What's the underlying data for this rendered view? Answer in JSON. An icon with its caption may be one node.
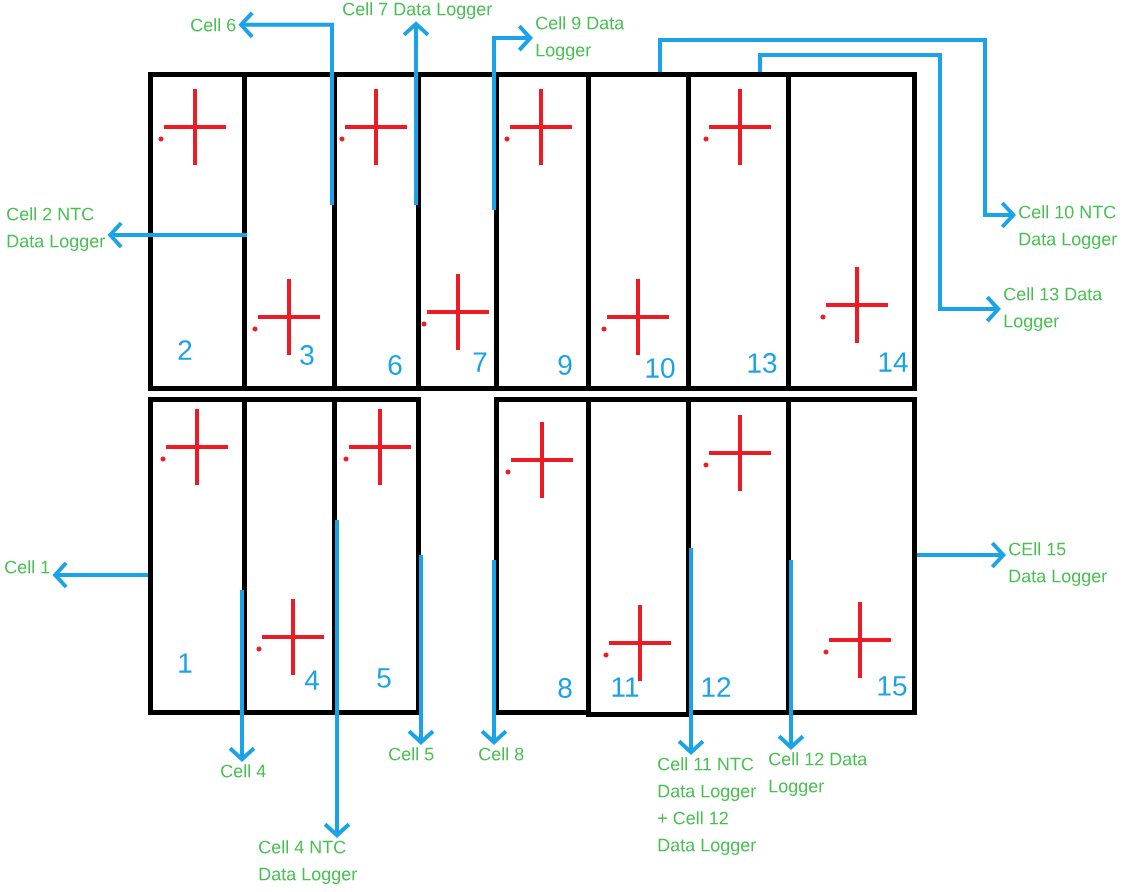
{
  "diagram": {
    "nodes": [
      {
        "text": [
          "2"
        ]
      },
      {
        "text": [
          "3"
        ]
      },
      {
        "text": [
          "6"
        ]
      },
      {
        "text": [
          "7"
        ]
      },
      {
        "text": [
          "9"
        ]
      },
      {
        "text": [
          "10"
        ]
      },
      {
        "text": [
          "13"
        ]
      },
      {
        "text": [
          "14"
        ]
      },
      {
        "text": [
          "1"
        ]
      },
      {
        "text": [
          "4"
        ]
      },
      {
        "text": [
          "5"
        ]
      },
      {
        "text": [
          "8"
        ]
      },
      {
        "text": [
          "11"
        ]
      },
      {
        "text": [
          "12"
        ]
      },
      {
        "text": [
          "15"
        ]
      },
      {
        "text": [
          "Cell 6"
        ]
      },
      {
        "text": [
          "Cell 7 Data Logger"
        ]
      },
      {
        "text": [
          "Cell 9 Data Logger"
        ]
      },
      {
        "text": [
          "Cell 2 NTC Data Logger"
        ]
      },
      {
        "text": [
          "Cell 10 NTC Data Logger"
        ]
      },
      {
        "text": [
          "Cell 13 Data Logger"
        ]
      },
      {
        "text": [
          "Cell 1"
        ]
      },
      {
        "text": [
          "CEll 15 Data Logger"
        ]
      },
      {
        "text": [
          "Cell 4"
        ]
      },
      {
        "text": [
          "Cell 4 NTC Data Logger"
        ]
      },
      {
        "text": [
          "Cell 5"
        ]
      },
      {
        "text": [
          "Cell 8"
        ]
      },
      {
        "text": [
          "Cell 11 NTC Data Logger + Cell 12 Data Logger"
        ]
      },
      {
        "text": [
          "Cell 12 Data Logger"
        ]
      }
    ],
    "edges": [
      {
        "from": 2,
        "to": 15,
        "arrow": "to"
      },
      {
        "from": 3,
        "to": 16,
        "arrow": "to"
      },
      {
        "from": 4,
        "to": 17,
        "arrow": "to"
      },
      {
        "from": 0,
        "to": 18,
        "arrow": "to"
      },
      {
        "from": 5,
        "to": 19,
        "arrow": "to"
      },
      {
        "from": 6,
        "to": 20,
        "arrow": "to"
      },
      {
        "from": 8,
        "to": 21,
        "arrow": "to"
      },
      {
        "from": 14,
        "to": 22,
        "arrow": "to"
      },
      {
        "from": 9,
        "to": 23,
        "arrow": "to"
      },
      {
        "from": 9,
        "to": 24,
        "arrow": "to"
      },
      {
        "from": 10,
        "to": 25,
        "arrow": "to"
      },
      {
        "from": 11,
        "to": 26,
        "arrow": "to"
      },
      {
        "from": 12,
        "to": 27,
        "arrow": "to"
      },
      {
        "from": 13,
        "to": 28,
        "arrow": "to"
      }
    ]
  }
}
